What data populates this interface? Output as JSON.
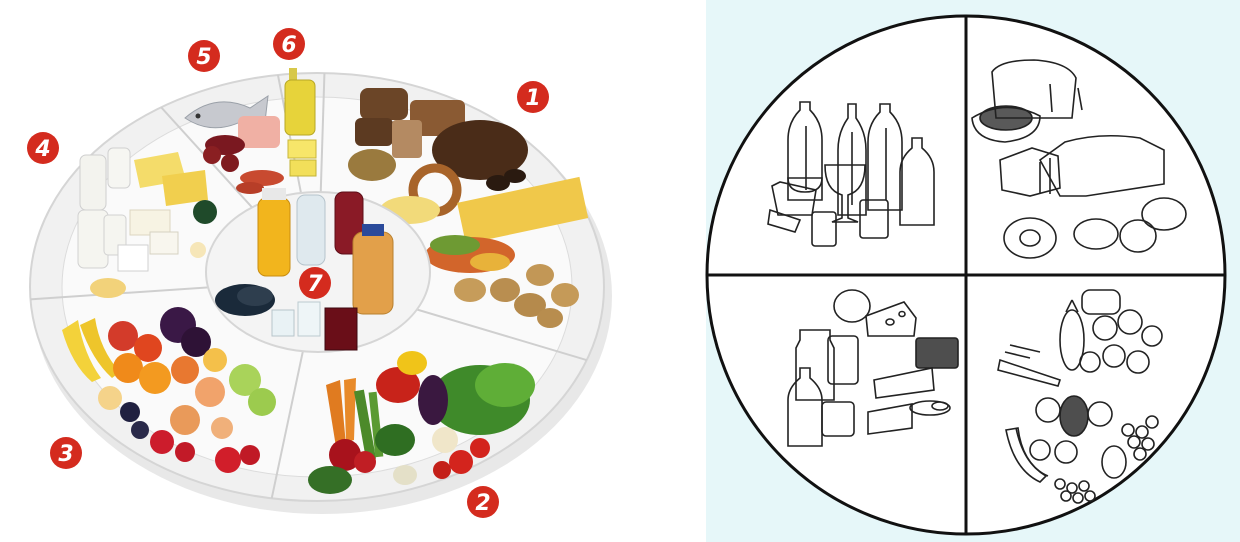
{
  "colors": {
    "badge": "#d42b1e",
    "right_panel_bg": "#e6f7f9",
    "plate_rim": "#e4e4e4",
    "plate_line": "#c9c9c9",
    "outline": "#111111"
  },
  "left_wheel": {
    "badges": [
      {
        "label": "1",
        "segment": "cereals-bread-pasta-potatoes"
      },
      {
        "label": "2",
        "segment": "vegetables"
      },
      {
        "label": "3",
        "segment": "fruits"
      },
      {
        "label": "4",
        "segment": "dairy"
      },
      {
        "label": "5",
        "segment": "fish-meat"
      },
      {
        "label": "6",
        "segment": "oils"
      },
      {
        "label": "7",
        "segment": "beverages-center"
      }
    ]
  },
  "right_plate": {
    "quadrants": [
      {
        "position": "top-left",
        "content": "drinks-bottles-glasses"
      },
      {
        "position": "top-right",
        "content": "bread-grains"
      },
      {
        "position": "bottom-left",
        "content": "dairy-cheese"
      },
      {
        "position": "bottom-right",
        "content": "fruits-vegetables"
      }
    ]
  }
}
